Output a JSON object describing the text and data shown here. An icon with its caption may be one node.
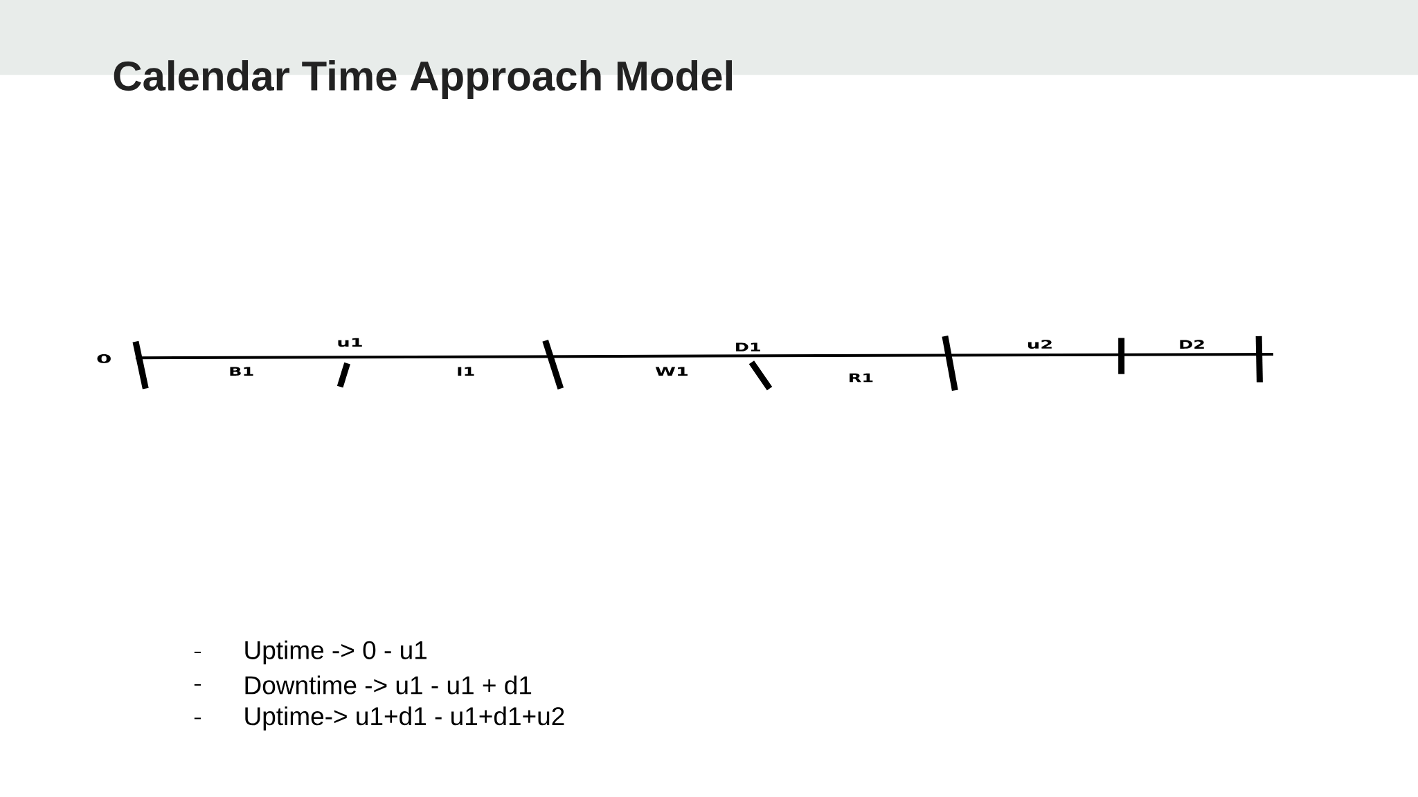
{
  "diagram": {
    "title": "Calendar Time Approach Model",
    "labels": [
      "0",
      "B1",
      "u1",
      "I1",
      "W1",
      "D1",
      "R1",
      "u2",
      "D2",
      "Uptime -> 0 - u1",
      "Downtime -> u1 - u1 + d1",
      "Uptime-> u1+d1 - u1+d1+u2"
    ]
  }
}
